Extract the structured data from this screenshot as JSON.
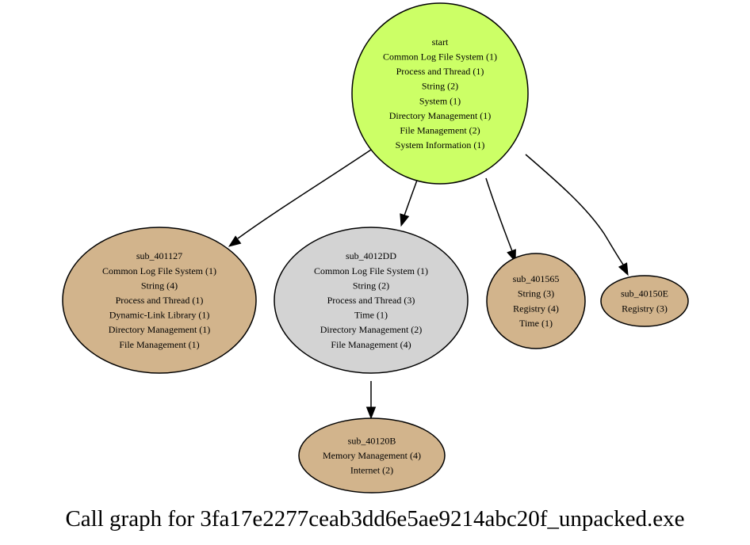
{
  "caption": "Call graph for 3fa17e2277ceab3dd6e5ae9214abc20f_unpacked.exe",
  "colors": {
    "start": "#ccff66",
    "visited": "#d3d3d3",
    "leaf": "#d2b48c",
    "stroke": "#000000"
  },
  "nodes": [
    {
      "id": "start",
      "lines": [
        "start",
        "Common Log File System (1)",
        "Process and Thread (1)",
        "String (2)",
        "System (1)",
        "Directory Management (1)",
        "File Management (2)",
        "System Information (1)"
      ]
    },
    {
      "id": "sub_401127",
      "lines": [
        "sub_401127",
        "Common Log File System (1)",
        "String (4)",
        "Process and Thread (1)",
        "Dynamic-Link Library (1)",
        "Directory Management (1)",
        "File Management (1)"
      ]
    },
    {
      "id": "sub_4012DD",
      "lines": [
        "sub_4012DD",
        "Common Log File System (1)",
        "String (2)",
        "Process and Thread (3)",
        "Time (1)",
        "Directory Management (2)",
        "File Management (4)"
      ]
    },
    {
      "id": "sub_401565",
      "lines": [
        "sub_401565",
        "String (3)",
        "Registry (4)",
        "Time (1)"
      ]
    },
    {
      "id": "sub_40150E",
      "lines": [
        "sub_40150E",
        "Registry (3)"
      ]
    },
    {
      "id": "sub_40120B",
      "lines": [
        "sub_40120B",
        "Memory Management (4)",
        "Internet (2)"
      ]
    }
  ],
  "edges": [
    {
      "from": "start",
      "to": "sub_401127"
    },
    {
      "from": "start",
      "to": "sub_4012DD"
    },
    {
      "from": "start",
      "to": "sub_401565"
    },
    {
      "from": "start",
      "to": "sub_40150E"
    },
    {
      "from": "sub_4012DD",
      "to": "sub_40120B"
    }
  ]
}
